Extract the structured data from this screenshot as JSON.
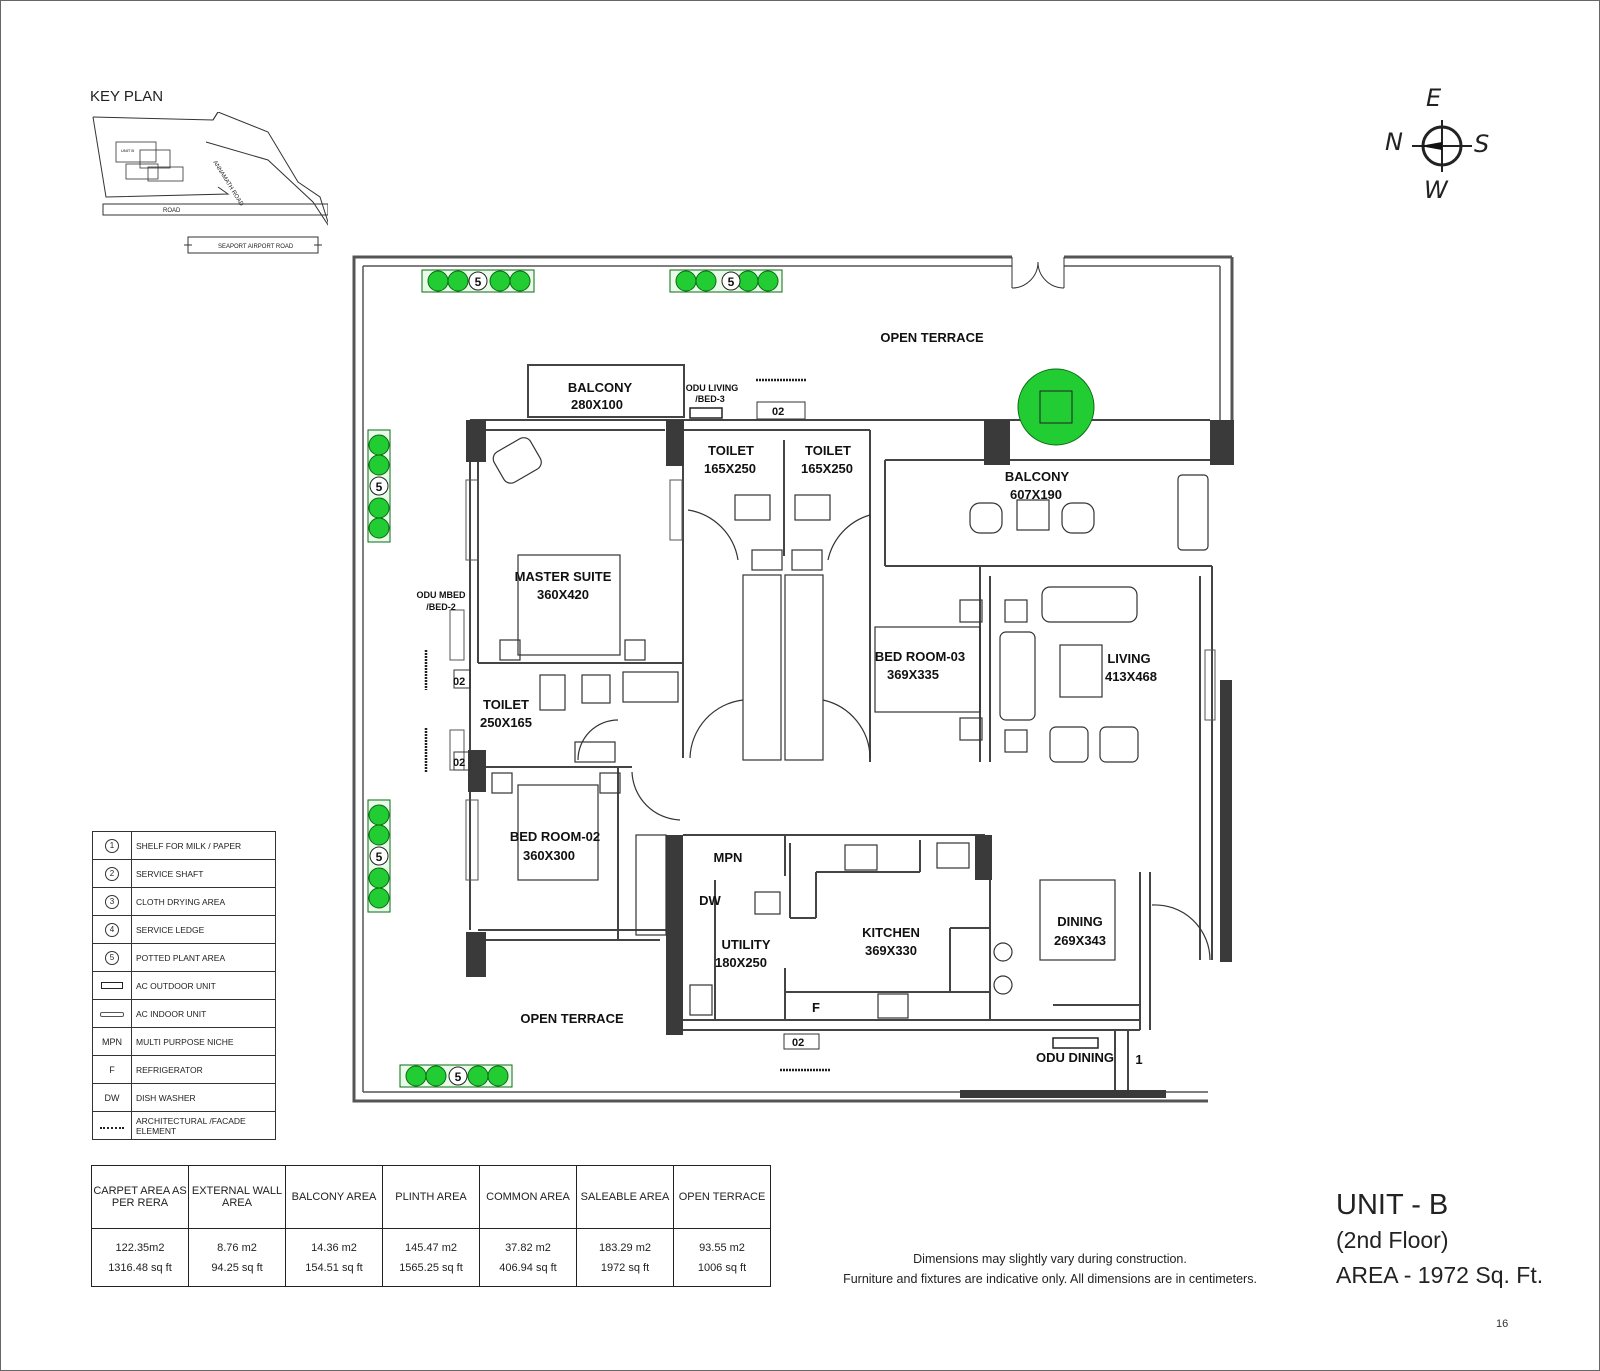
{
  "key_plan": {
    "title": "KEY PLAN",
    "unit_label": "UNIT B",
    "road": "ROAD",
    "side_road": "ANNAMATH ROAD",
    "main_road": "SEAPORT AIRPORT ROAD"
  },
  "compass": {
    "north": "N",
    "east": "E",
    "south": "S",
    "west": "W"
  },
  "plan": {
    "open_terrace_top": "OPEN TERRACE",
    "open_terrace_bottom": "OPEN TERRACE",
    "balcony_small": {
      "name": "BALCONY",
      "size": "280X100"
    },
    "odu_living": {
      "line1": "ODU LIVING",
      "line2": "/BED-3"
    },
    "toilet_a": {
      "name": "TOILET",
      "size": "165X250"
    },
    "toilet_b": {
      "name": "TOILET",
      "size": "165X250"
    },
    "balcony_large": {
      "name": "BALCONY",
      "size": "607X190"
    },
    "odu_mbed": {
      "line1": "ODU MBED",
      "line2": "/BED-2"
    },
    "master_suite": {
      "name": "MASTER SUITE",
      "size": "360X420"
    },
    "toilet_c": {
      "name": "TOILET",
      "size": "250X165"
    },
    "bed_room_03": {
      "name": "BED ROOM-03",
      "size": "369X335"
    },
    "living": {
      "name": "LIVING",
      "size": "413X468"
    },
    "bed_room_02": {
      "name": "BED ROOM-02",
      "size": "360X300"
    },
    "mpn": "MPN",
    "dw": "DW",
    "kitchen": {
      "name": "KITCHEN",
      "size": "369X330"
    },
    "utility": {
      "name": "UTILITY",
      "size": "180X250"
    },
    "dining": {
      "name": "DINING",
      "size": "269X343"
    },
    "fridge": "F",
    "odu_dining": "ODU DINING",
    "marker_one": "1",
    "shaft": "02",
    "plant": "5"
  },
  "legend": [
    {
      "key": "1",
      "label": "SHELF FOR MILK / PAPER",
      "type": "circle"
    },
    {
      "key": "2",
      "label": "SERVICE SHAFT",
      "type": "circle"
    },
    {
      "key": "3",
      "label": "CLOTH DRYING AREA",
      "type": "circle"
    },
    {
      "key": "4",
      "label": "SERVICE LEDGE",
      "type": "circle"
    },
    {
      "key": "5",
      "label": "POTTED PLANT AREA",
      "type": "circle"
    },
    {
      "key": "",
      "label": "AC OUTDOOR UNIT",
      "type": "ac-outdoor"
    },
    {
      "key": "",
      "label": "AC INDOOR UNIT",
      "type": "ac-indoor"
    },
    {
      "key": "MPN",
      "label": "MULTI PURPOSE NICHE",
      "type": "text"
    },
    {
      "key": "F",
      "label": "REFRIGERATOR",
      "type": "text"
    },
    {
      "key": "DW",
      "label": "DISH WASHER",
      "type": "text"
    },
    {
      "key": "",
      "label": "ARCHITECTURAL /FACADE ELEMENT",
      "type": "dots"
    }
  ],
  "area_table": {
    "headers": [
      "CARPET AREA AS PER RERA",
      "EXTERNAL WALL AREA",
      "BALCONY AREA",
      "PLINTH AREA",
      "COMMON AREA",
      "SALEABLE  AREA",
      "OPEN TERRACE"
    ],
    "metric": [
      "122.35m2",
      "8.76 m2",
      "14.36 m2",
      "145.47 m2",
      "37.82 m2",
      "183.29 m2",
      "93.55 m2"
    ],
    "imperial": [
      "1316.48 sq ft",
      "94.25 sq ft",
      "154.51 sq ft",
      "1565.25 sq ft",
      "406.94 sq ft",
      "1972 sq ft",
      "1006 sq ft"
    ]
  },
  "notes": {
    "line1": "Dimensions may slightly vary during construction.",
    "line2": "Furniture and fixtures are indicative only. All dimensions are in centimeters."
  },
  "unit_info": {
    "unit": "UNIT - B",
    "floor": "(2nd Floor)",
    "area": "AREA - 1972 Sq. Ft."
  },
  "page_number": "16",
  "colors": {
    "wall": "#555555",
    "column": "#3a3a3a",
    "plant": "#22cc33",
    "line": "#333333"
  }
}
